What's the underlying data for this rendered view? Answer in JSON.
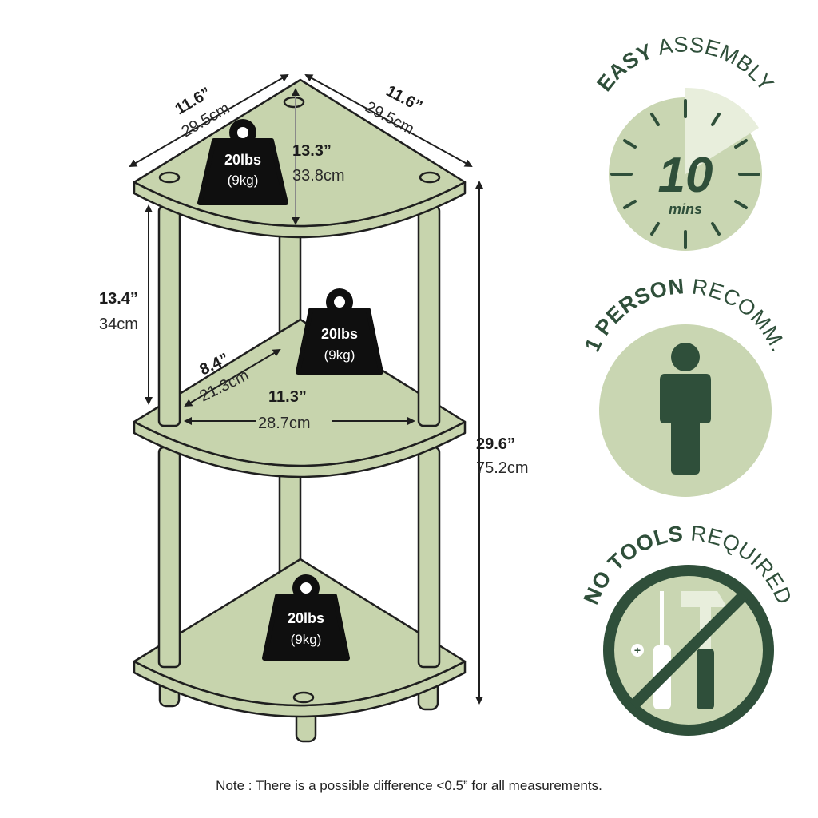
{
  "colors": {
    "shelf_fill": "#c7d4ad",
    "badge_fill": "#c9d6b2",
    "badge_dark": "#2f4f3a",
    "weight_fill": "#0f0f0f",
    "outline": "#1f1f1f"
  },
  "dimensions": {
    "top_left_width_in": "11.6”",
    "top_left_width_cm": "29.5cm",
    "top_right_width_in": "11.6”",
    "top_right_width_cm": "29.5cm",
    "top_depth_in": "13.3”",
    "top_depth_cm": "33.8cm",
    "shelf_gap_in": "13.4”",
    "shelf_gap_cm": "34cm",
    "inner_depth_in": "8.4”",
    "inner_depth_cm": "21.3cm",
    "inner_width_in": "11.3”",
    "inner_width_cm": "28.7cm",
    "total_height_in": "29.6”",
    "total_height_cm": "75.2cm"
  },
  "weights": [
    {
      "lbs": "20lbs",
      "kg": "(9kg)"
    },
    {
      "lbs": "20lbs",
      "kg": "(9kg)"
    },
    {
      "lbs": "20lbs",
      "kg": "(9kg)"
    }
  ],
  "badges": {
    "assembly": {
      "bold": "EASY",
      "rest": "ASSEMBLY",
      "number": "10",
      "unit": "mins",
      "icon": "clock-icon"
    },
    "person": {
      "bold": "1 PERSON",
      "rest": "RECOMM.",
      "icon": "person-icon"
    },
    "tools": {
      "bold": "NO TOOLS",
      "rest": "REQUIRED",
      "icon": "no-tools-icon"
    }
  },
  "note": "Note : There is a possible difference <0.5” for all measurements."
}
